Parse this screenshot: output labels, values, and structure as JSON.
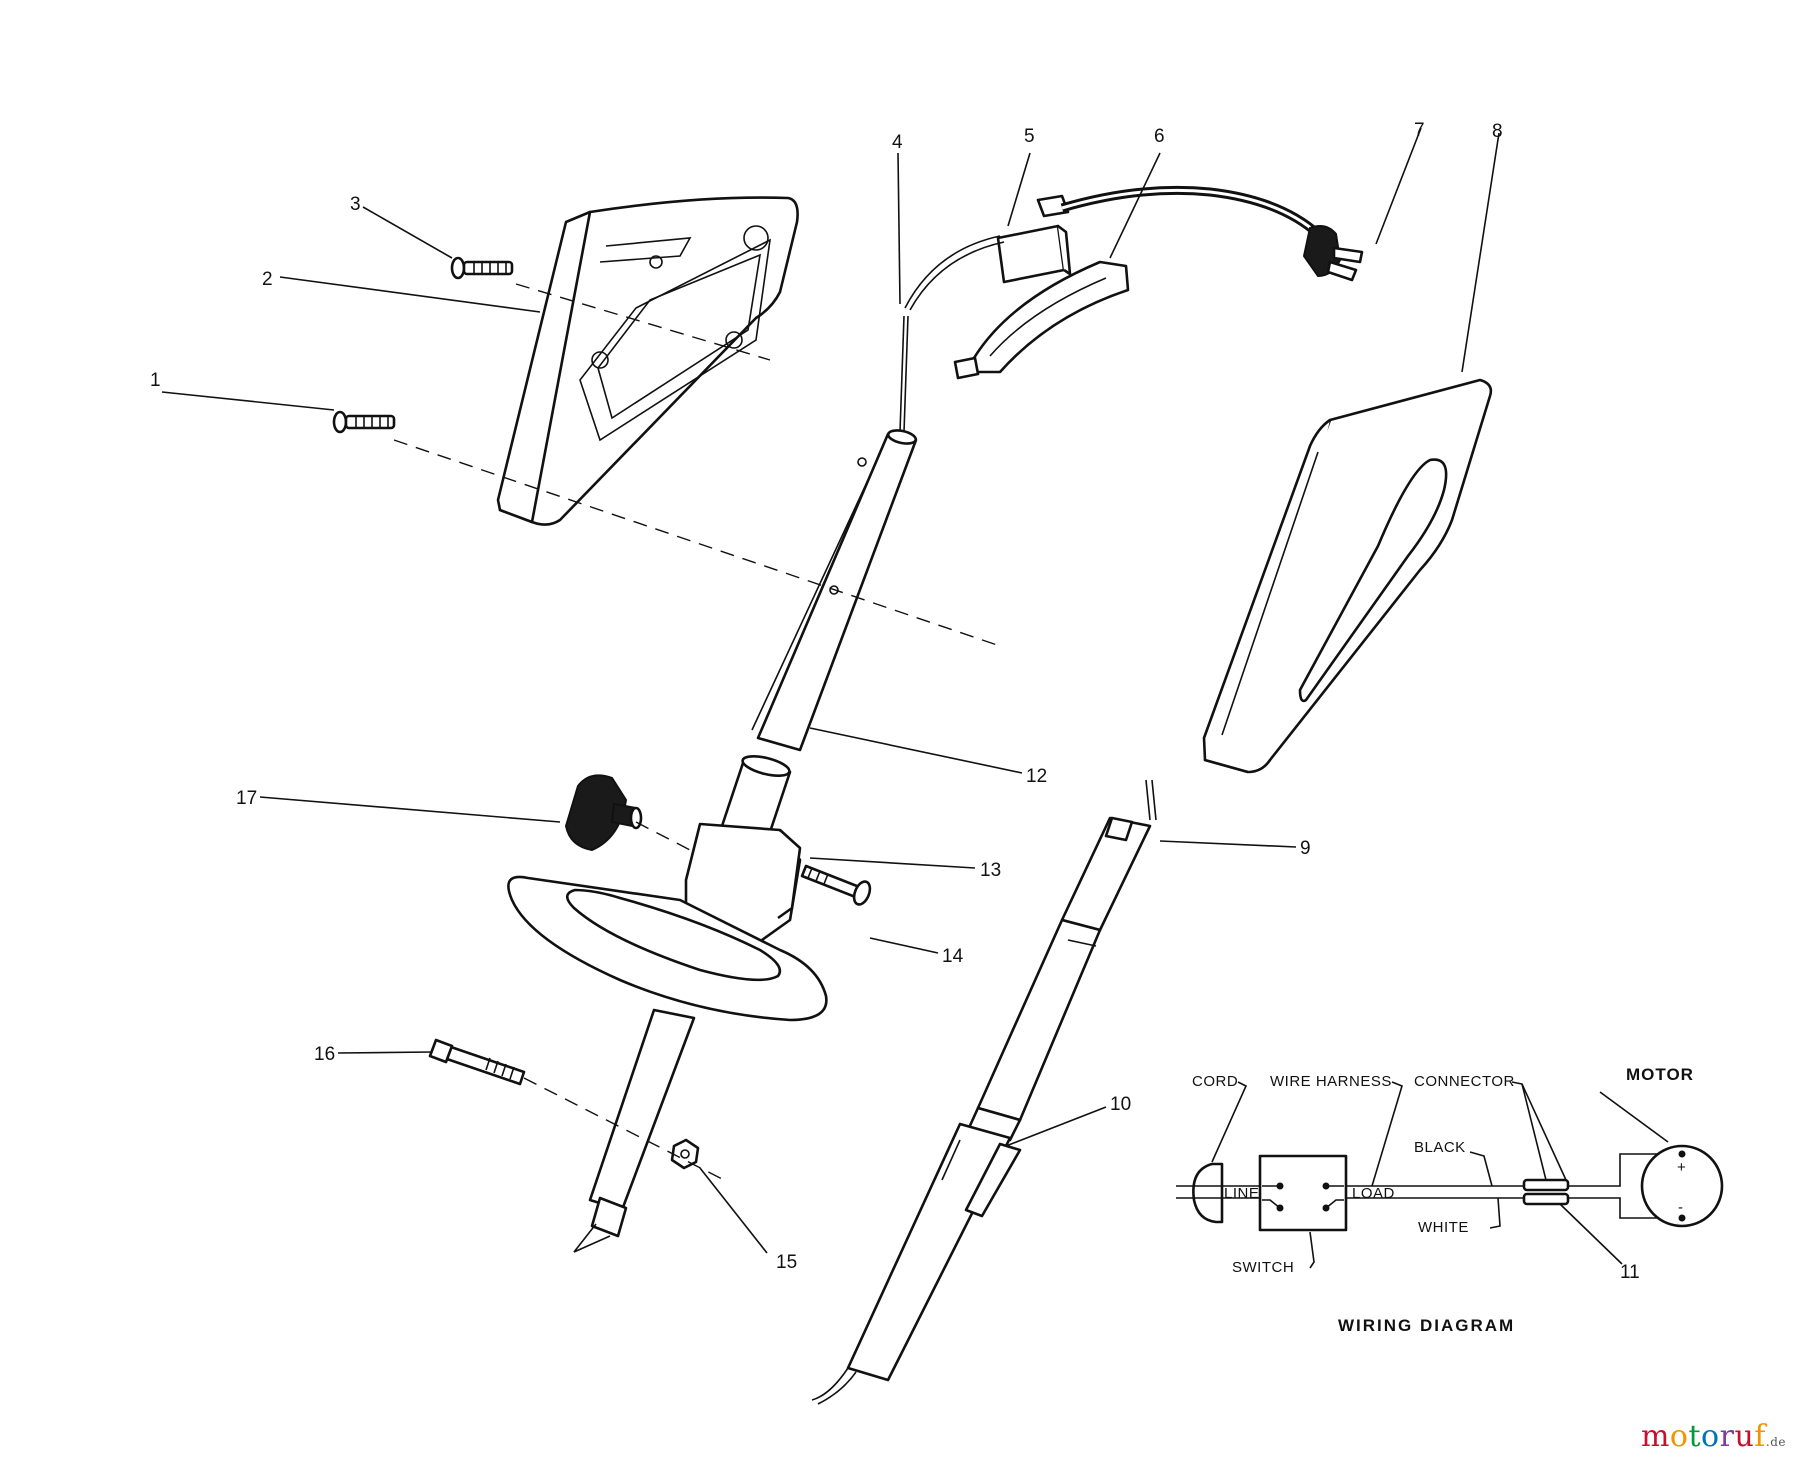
{
  "callouts": [
    "1",
    "2",
    "3",
    "4",
    "5",
    "6",
    "7",
    "8",
    "9",
    "10",
    "11",
    "12",
    "13",
    "14",
    "15",
    "16",
    "17"
  ],
  "wiring": {
    "title": "WIRING DIAGRAM",
    "cord": "CORD",
    "wire_harness": "WIRE HARNESS",
    "connector": "CONNECTOR",
    "motor": "MOTOR",
    "black": "BLACK",
    "white": "WHITE",
    "switch": "SWITCH",
    "line": "LINE",
    "load": "LOAD",
    "plus": "+",
    "minus": "-"
  },
  "watermark": {
    "letters": [
      "m",
      "o",
      "t",
      "o",
      "r",
      "u",
      "f"
    ],
    "suffix": ".de"
  }
}
